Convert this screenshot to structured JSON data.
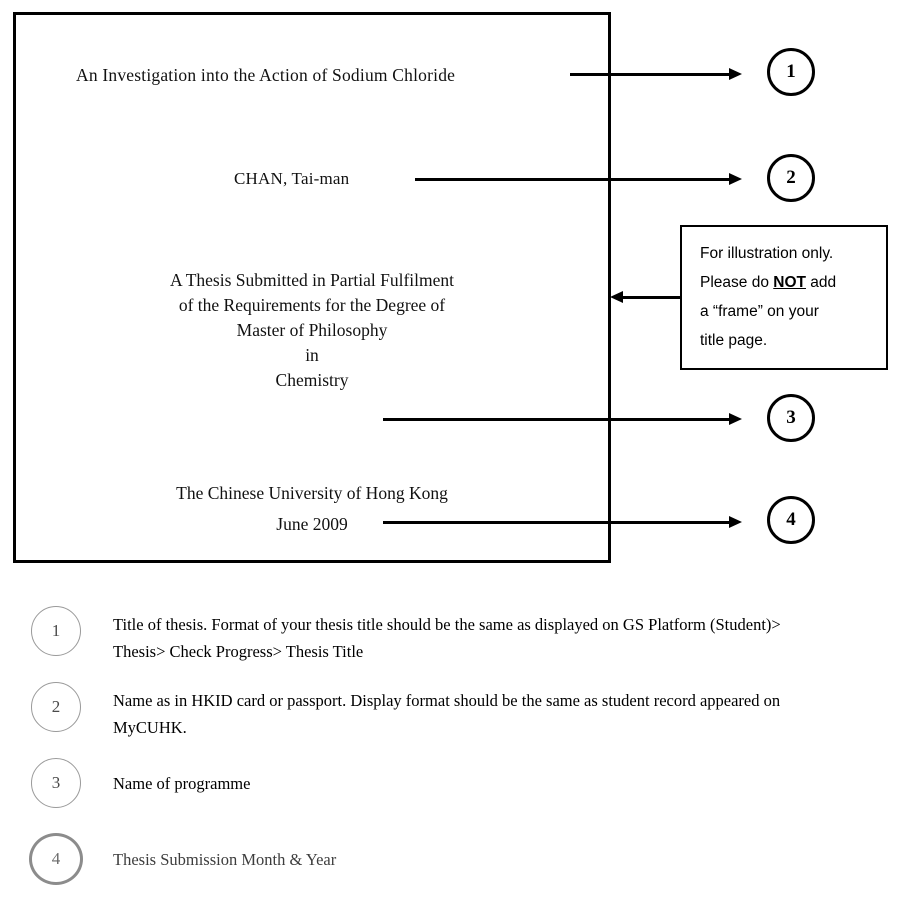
{
  "title_page": {
    "thesis_title": "An Investigation into the Action of Sodium Chloride",
    "author_name": "CHAN, Tai-man",
    "degree_statement": [
      "A Thesis Submitted in Partial Fulfilment",
      "of the Requirements for the Degree of",
      "Master of Philosophy",
      "in",
      "Chemistry"
    ],
    "institution_lines": [
      "The Chinese University of Hong Kong",
      "June 2009"
    ]
  },
  "markers": [
    {
      "label": "1"
    },
    {
      "label": "2"
    },
    {
      "label": "3"
    },
    {
      "label": "4"
    }
  ],
  "illustration_note": {
    "line1": "For illustration only.",
    "line2_before": "Please do ",
    "line2_emphasis": "NOT",
    "line2_after": " add",
    "line3": "a “frame” on your",
    "line4": "title page."
  },
  "legend": {
    "items": [
      {
        "number": "1",
        "text": "Title of thesis. Format of your thesis title should be the same as displayed on GS Platform (Student)> Thesis> Check Progress> Thesis Title"
      },
      {
        "number": "2",
        "text": "Name as in HKID card or passport. Display format should be the same as student record appeared on MyCUHK."
      },
      {
        "number": "3",
        "text": "Name of programme"
      },
      {
        "number": "4",
        "text": "Thesis Submission Month & Year"
      }
    ]
  },
  "colors": {
    "frame_border": "#000000",
    "marker_border": "#000000",
    "legend_circle": "#9a9a9a",
    "note_border": "#000000",
    "text": "#000000"
  }
}
